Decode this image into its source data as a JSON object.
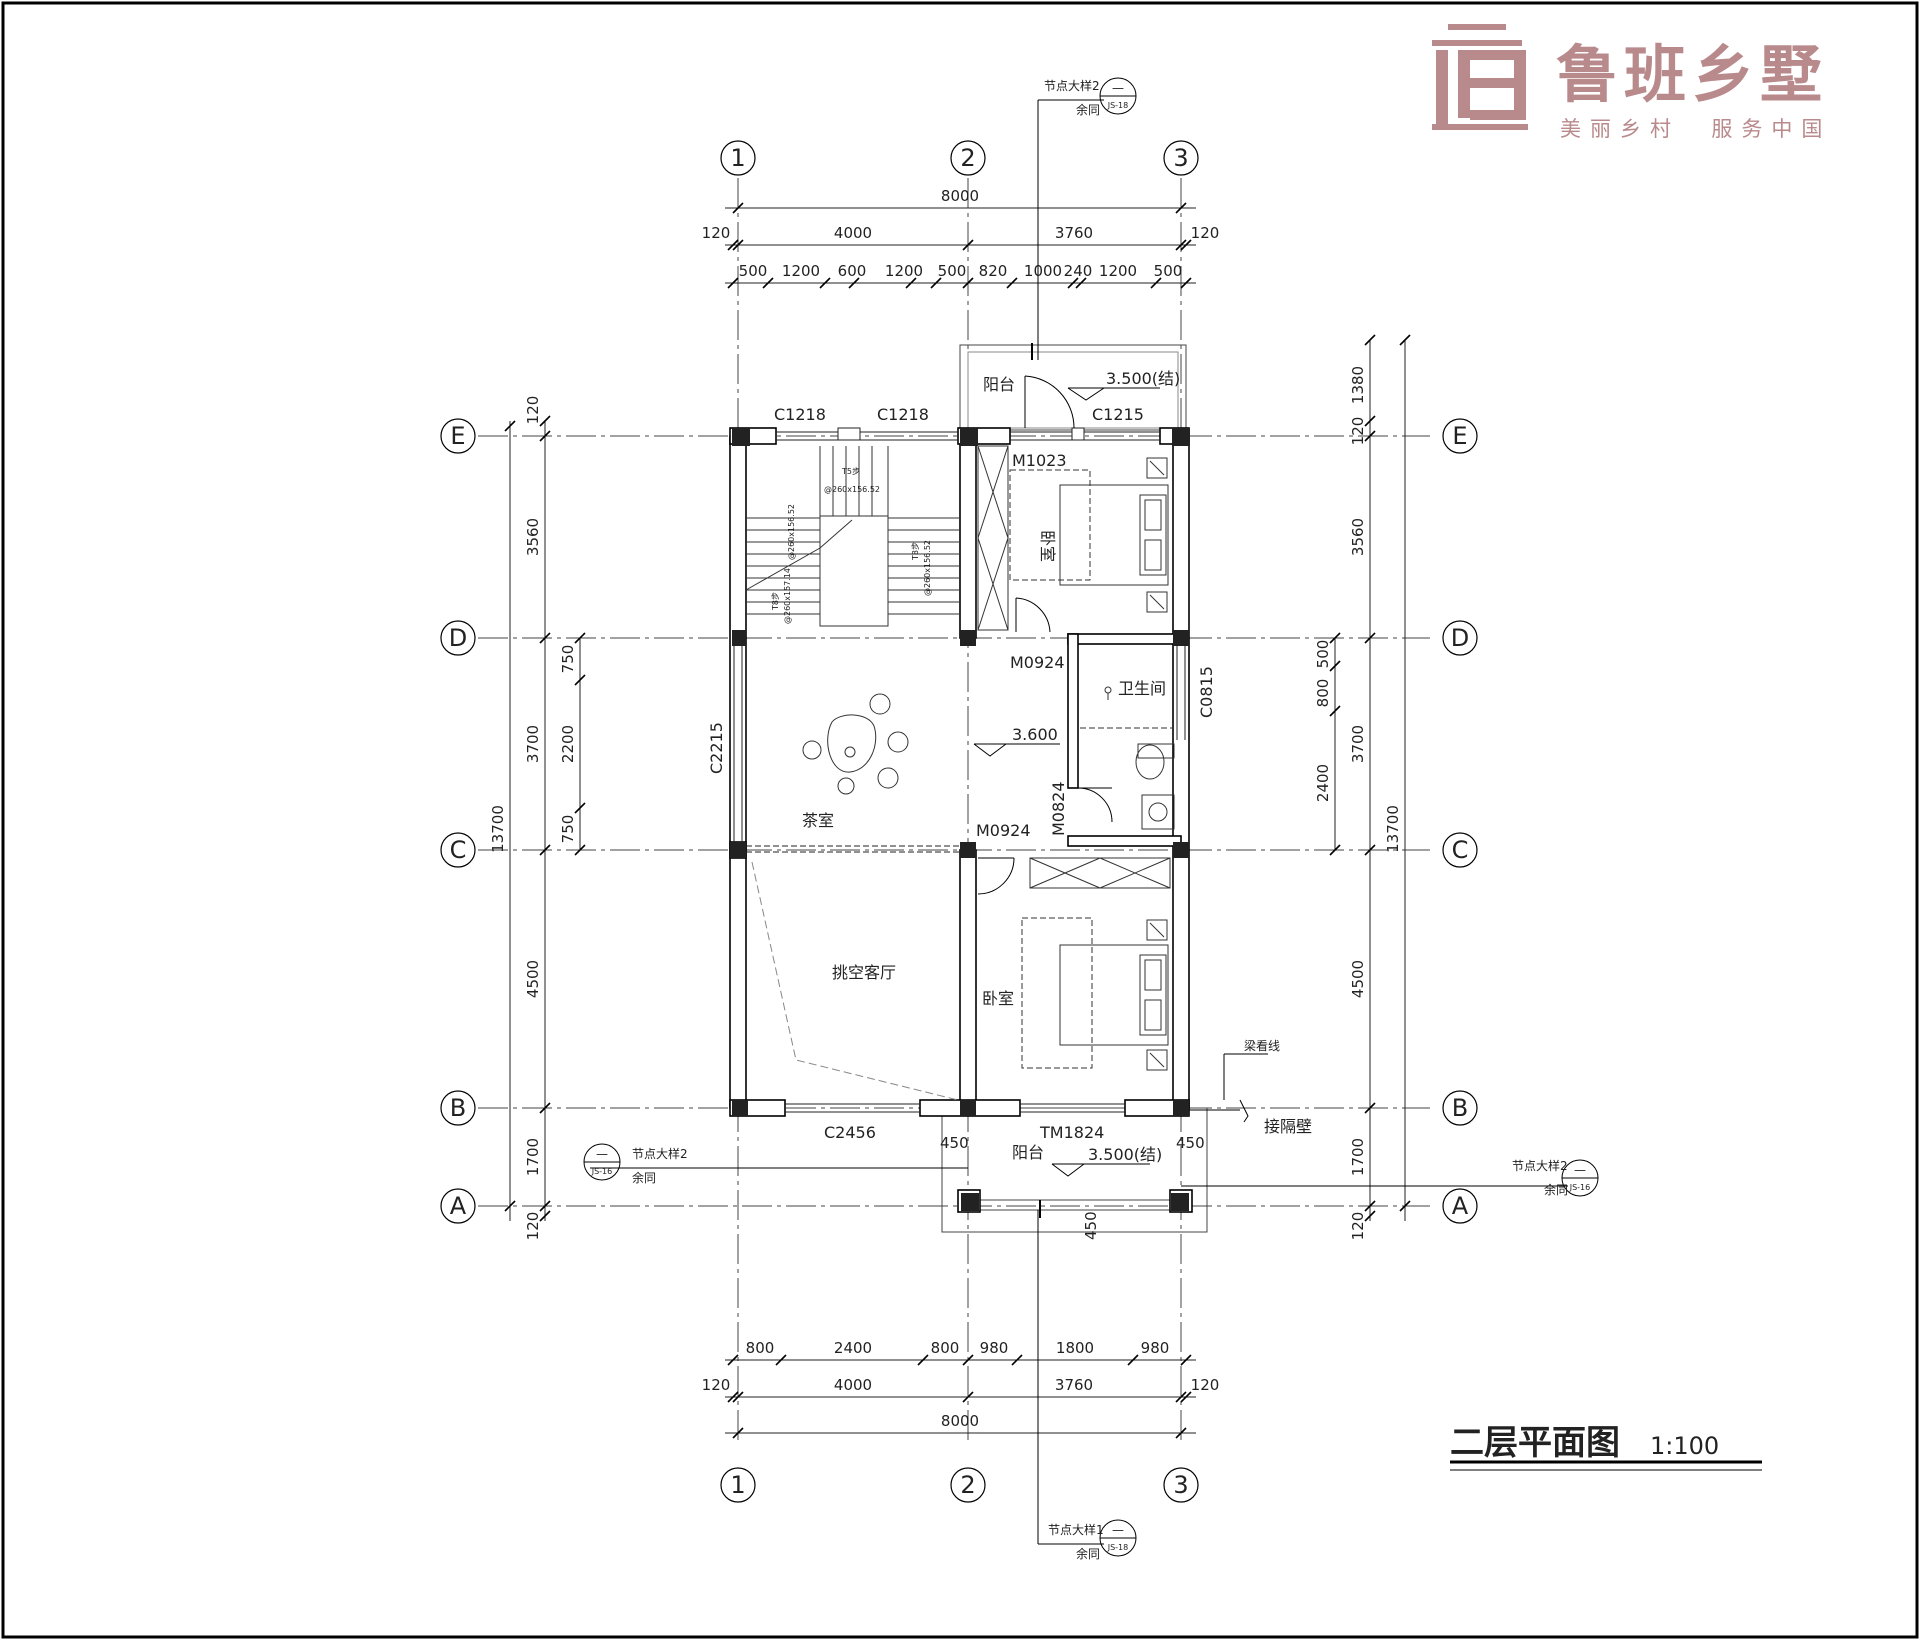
{
  "brand": {
    "logo_text": "鲁班乡墅",
    "slogan": "美丽乡村  服务中国",
    "logo_color": "#b98a8c"
  },
  "drawing": {
    "title": "二层平面图",
    "scale": "1:100"
  },
  "axes": {
    "columns": [
      "1",
      "2",
      "3"
    ],
    "rows": [
      "E",
      "D",
      "C",
      "B",
      "A"
    ]
  },
  "dims": {
    "top": {
      "total": "8000",
      "edge_left": "120",
      "edge_right": "120",
      "mid": [
        "4000",
        "3760"
      ],
      "detail": [
        "500",
        "1200",
        "600",
        "1200",
        "500",
        "820",
        "1000",
        "240",
        "1200",
        "500"
      ]
    },
    "bottom": {
      "total": "8000",
      "edge_left": "120",
      "edge_right": "120",
      "mid": [
        "4000",
        "3760"
      ],
      "detail": [
        "800",
        "2400",
        "800",
        "980",
        "1800",
        "980"
      ]
    },
    "left": {
      "total": "13700",
      "edge_top": "120",
      "edge_bottom": "120",
      "bays": [
        "3560",
        "3700",
        "4500",
        "1700"
      ],
      "opening": [
        "750",
        "2200",
        "750"
      ]
    },
    "right": {
      "total": "13700",
      "edge_top": "120",
      "balcony": "1380",
      "bays": [
        "3560",
        "3700",
        "4500",
        "1700"
      ],
      "opening": [
        "500",
        "800",
        "2400"
      ],
      "edge_bottom": "120"
    },
    "misc": {
      "d450_left": "450",
      "d450_right": "450",
      "d450_bottom": "450"
    }
  },
  "rooms": {
    "balcony_top": "阳台",
    "bedroom_top": "卧室",
    "bathroom": "卫生间",
    "tea_room": "茶室",
    "void_living": "挑空客厅",
    "bedroom_bottom": "卧室",
    "balcony_bottom": "阳台"
  },
  "openings": {
    "c1218_a": "C1218",
    "c1218_b": "C1218",
    "c1215": "C1215",
    "m1023": "M1023",
    "m0924_a": "M0924",
    "m0924_b": "M0924",
    "m0824": "M0824",
    "c0815": "C0815",
    "c2215": "C2215",
    "c2456": "C2456",
    "tm1824": "TM1824"
  },
  "levels": {
    "balcony_top": "3.500(结)",
    "floor": "3.600",
    "balcony_bottom": "3.500(结)"
  },
  "notes": {
    "beam_line": "梁看线",
    "party_wall": "接隔壁"
  },
  "stairs": {
    "run1": "T5步",
    "run1_spec": "@260x156.52",
    "run2": "T8步",
    "run2_spec": "@260x156.52",
    "run3": "T8步",
    "run3_spec": "@260x157.14",
    "run4_spec": "@260x156.52"
  },
  "details": {
    "top": {
      "label": "节点大样2",
      "sub": "余同",
      "num": "—",
      "sheet": "JS-18"
    },
    "left": {
      "label": "节点大样2",
      "sub": "余同",
      "num": "—",
      "sheet": "JS-16"
    },
    "right": {
      "label": "节点大样2",
      "sub": "余同",
      "num": "—",
      "sheet": "JS-16"
    },
    "bottom": {
      "label": "节点大样1",
      "sub": "余同",
      "num": "—",
      "sheet": "JS-18"
    }
  }
}
